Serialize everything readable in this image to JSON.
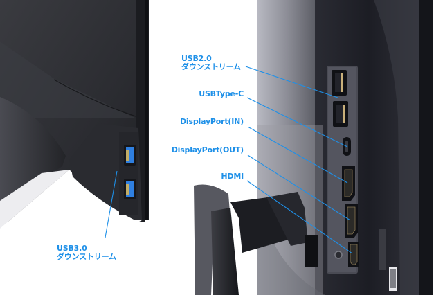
{
  "image": {
    "description": "Photo of two monitor views showing side and rear port panels with callout labels",
    "accent_color": "#1e90e8"
  },
  "labels": {
    "usb2": {
      "line1": "USB2.0",
      "line2": "ダウンストリーム"
    },
    "usbc": {
      "text": "USBType-C"
    },
    "dp_in": {
      "text": "DisplayPort(IN)"
    },
    "dp_out": {
      "text": "DisplayPort(OUT)"
    },
    "hdmi": {
      "text": "HDMI"
    },
    "usb3": {
      "line1": "USB3.0",
      "line2": "ダウンストリーム"
    }
  }
}
